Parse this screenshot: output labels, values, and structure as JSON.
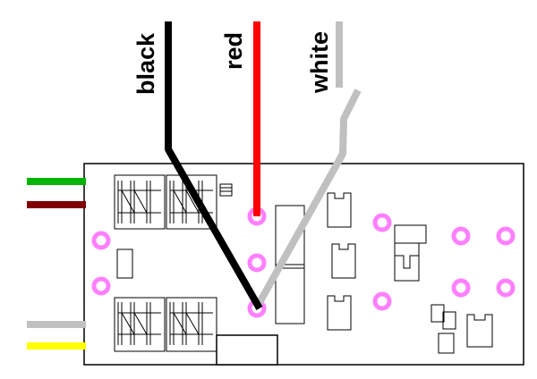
{
  "wire_labels": {
    "black": "black",
    "red": "red",
    "white": "white"
  },
  "colors": {
    "black_wire": "#000000",
    "red_wire": "#ff0000",
    "white_wire": "#c0c0c0",
    "green_wire": "#00b400",
    "brown_wire": "#800000",
    "gray_wire": "#c0c0c0",
    "yellow_wire": "#ffff00",
    "pad_fill": "#ff80ff",
    "board_outline": "#000000"
  },
  "pads": [
    {
      "id": "solder-pad-red"
    },
    {
      "id": "solder-pad-white"
    },
    {
      "id": "solder-pad-black"
    },
    {
      "id": "solder-pad-left-upper"
    },
    {
      "id": "solder-pad-left-lower"
    },
    {
      "id": "solder-pad-center-upper"
    },
    {
      "id": "solder-pad-center-lower"
    },
    {
      "id": "solder-pad-right-1"
    },
    {
      "id": "solder-pad-right-2"
    },
    {
      "id": "solder-pad-right-3"
    },
    {
      "id": "solder-pad-right-4"
    }
  ]
}
